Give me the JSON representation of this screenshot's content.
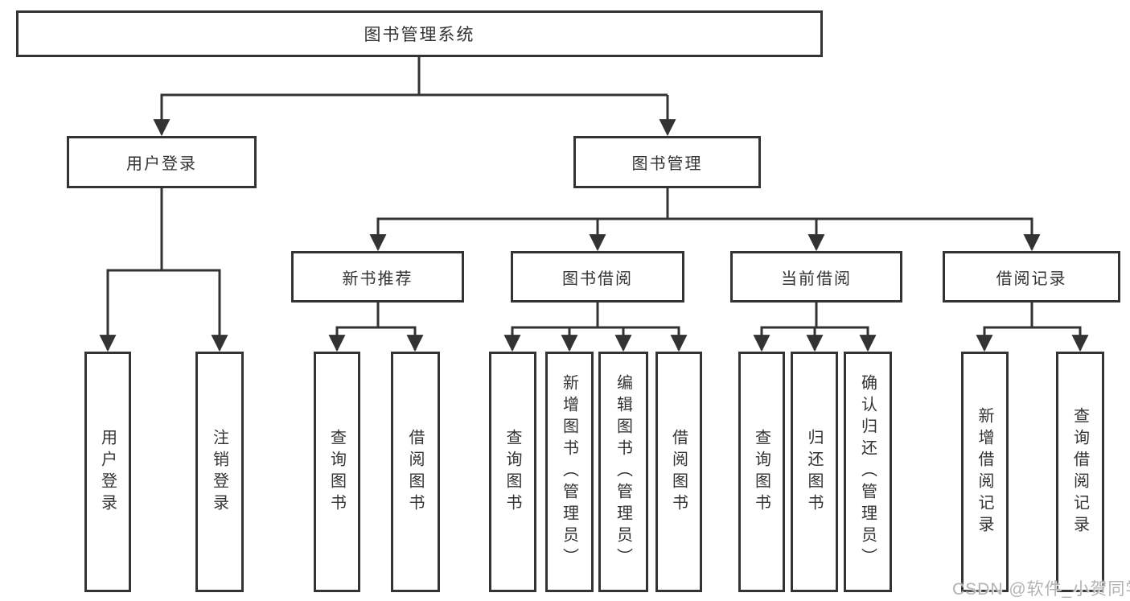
{
  "colors": {
    "line": "#333333",
    "text": "#333333",
    "watermark_text": "#b3b3b3"
  },
  "watermark": "CSDN @软件_小贺同学",
  "tree": {
    "label": "图书管理系统",
    "children": [
      {
        "label": "用户登录",
        "children": [
          {
            "label": "用户登录"
          },
          {
            "label": "注销登录"
          }
        ]
      },
      {
        "label": "图书管理",
        "children": [
          {
            "label": "新书推荐",
            "children": [
              {
                "label": "查询图书"
              },
              {
                "label": "借阅图书"
              }
            ]
          },
          {
            "label": "图书借阅",
            "children": [
              {
                "label": "查询图书"
              },
              {
                "label": "新增图书（管理员）"
              },
              {
                "label": "编辑图书（管理员）"
              },
              {
                "label": "借阅图书"
              }
            ]
          },
          {
            "label": "当前借阅",
            "children": [
              {
                "label": "查询图书"
              },
              {
                "label": "归还图书"
              },
              {
                "label": "确认归还（管理员）"
              }
            ]
          },
          {
            "label": "借阅记录",
            "children": [
              {
                "label": "新增借阅记录"
              },
              {
                "label": "查询借阅记录"
              }
            ]
          }
        ]
      }
    ]
  }
}
